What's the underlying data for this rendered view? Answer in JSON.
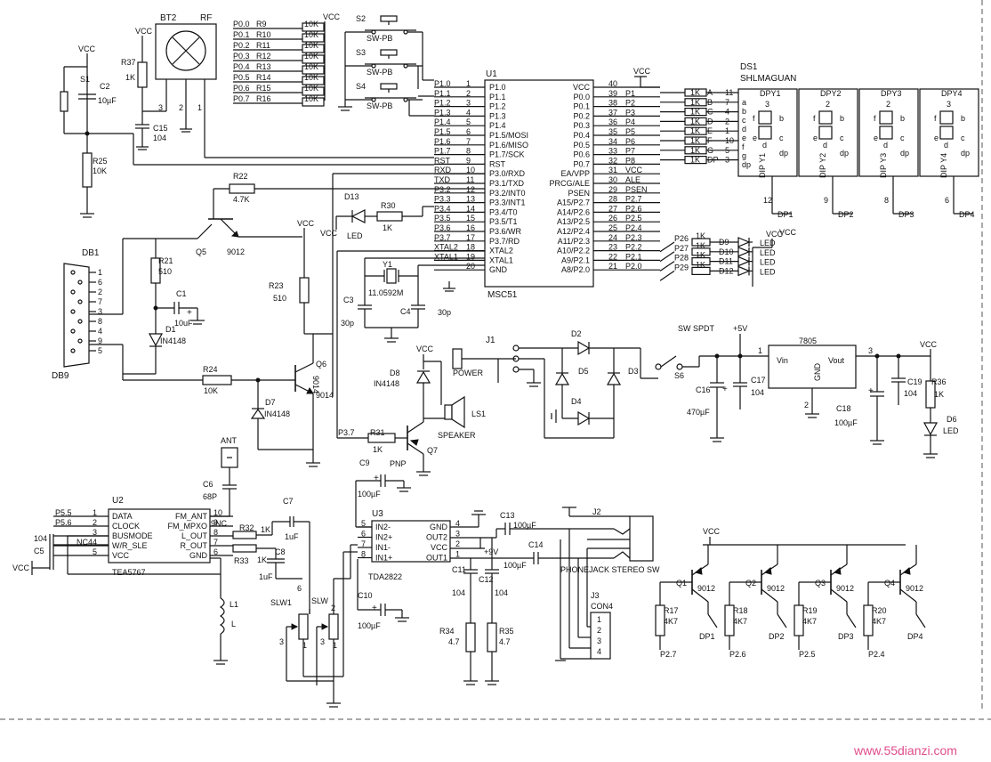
{
  "colors": {
    "ink": "#111111",
    "watermark": "#e04d8c"
  },
  "mcu": {
    "ref": "U1",
    "part": "MSC51",
    "left_pins": [
      {
        "num": "1",
        "name": "P1.0"
      },
      {
        "num": "2",
        "name": "P1.1"
      },
      {
        "num": "3",
        "name": "P1.2"
      },
      {
        "num": "4",
        "name": "P1.3"
      },
      {
        "num": "5",
        "name": "P1.4"
      },
      {
        "num": "6",
        "name": "P1.5/MOSI"
      },
      {
        "num": "7",
        "name": "P1.6/MISO"
      },
      {
        "num": "8",
        "name": "P1.7/SCK"
      },
      {
        "num": "9",
        "name": "RST"
      },
      {
        "num": "10",
        "name": "P3.0/RXD"
      },
      {
        "num": "11",
        "name": "P3.1/TXD"
      },
      {
        "num": "12",
        "name": "P3.2/INT0"
      },
      {
        "num": "13",
        "name": "P3.3/INT1"
      },
      {
        "num": "14",
        "name": "P3.4/T0"
      },
      {
        "num": "15",
        "name": "P3.5/T1"
      },
      {
        "num": "16",
        "name": "P3.6/WR"
      },
      {
        "num": "17",
        "name": "P3.7/RD"
      },
      {
        "num": "18",
        "name": "XTAL2"
      },
      {
        "num": "19",
        "name": "XTAL1"
      },
      {
        "num": "20",
        "name": "GND"
      }
    ],
    "left_nets": [
      "P1.0",
      "P1.1",
      "P1.2",
      "P1.3",
      "P1.4",
      "P1.5",
      "P1.6",
      "P1.7",
      "RST",
      "RXD",
      "TXD",
      "P3.2",
      "P3.3",
      "P3.4",
      "P3.5",
      "P3.6",
      "P3.7",
      "XTAL2",
      "XTAL1",
      ""
    ],
    "right_pins": [
      {
        "num": "40",
        "name": "VCC"
      },
      {
        "num": "39",
        "name": "P0.0"
      },
      {
        "num": "38",
        "name": "P0.1"
      },
      {
        "num": "37",
        "name": "P0.2"
      },
      {
        "num": "36",
        "name": "P0.3"
      },
      {
        "num": "35",
        "name": "P0.4"
      },
      {
        "num": "34",
        "name": "P0.5"
      },
      {
        "num": "33",
        "name": "P0.6"
      },
      {
        "num": "32",
        "name": "P0.7"
      },
      {
        "num": "31",
        "name": "EA/VPP"
      },
      {
        "num": "30",
        "name": "PRCG/ALE"
      },
      {
        "num": "29",
        "name": "PSEN"
      },
      {
        "num": "28",
        "name": "A15/P2.7"
      },
      {
        "num": "27",
        "name": "A14/P2.6"
      },
      {
        "num": "26",
        "name": "A13/P2.5"
      },
      {
        "num": "25",
        "name": "A12/P2.4"
      },
      {
        "num": "24",
        "name": "A11/P2.3"
      },
      {
        "num": "23",
        "name": "A10/P2.2"
      },
      {
        "num": "22",
        "name": "A9/P2.1"
      },
      {
        "num": "21",
        "name": "A8/P2.0"
      }
    ],
    "right_nets": [
      "",
      "P1",
      "P2",
      "P3",
      "P4",
      "P5",
      "P6",
      "P7",
      "P8",
      "VCC",
      "ALE",
      "PSEN",
      "P2.7",
      "P2.6",
      "P2.5",
      "P2.4",
      "P2.3",
      "P2.2",
      "P2.1",
      "P2.0"
    ]
  },
  "resistor_array": {
    "nets": [
      "P0.0",
      "P0.1",
      "P0.2",
      "P0.3",
      "P0.4",
      "P0.5",
      "P0.6",
      "P0.7"
    ],
    "refs": [
      "R9",
      "R10",
      "R11",
      "R12",
      "R13",
      "R14",
      "R15",
      "R16"
    ],
    "value": "10K",
    "vcc": "VCC"
  },
  "switches": [
    {
      "ref": "S2",
      "type": "SW-PB"
    },
    {
      "ref": "S3",
      "type": "SW-PB"
    },
    {
      "ref": "S4",
      "type": "SW-PB"
    }
  ],
  "top_left": {
    "bt2": "BT2",
    "rf": "RF",
    "vcc": "VCC",
    "r37": "R37",
    "r37_val": "1K",
    "pin3": "3",
    "pin2": "2",
    "pin1": "1",
    "c15": "C15",
    "c15_val": "104",
    "s1": "S1",
    "c2": "C2",
    "c2_val": "10µF",
    "r25": "R25",
    "r25_val": "10K"
  },
  "segment_drive": {
    "resistor_value": "1K",
    "segments": [
      {
        "seg": "A",
        "pin": "11"
      },
      {
        "seg": "B",
        "pin": "7"
      },
      {
        "seg": "C",
        "pin": "4"
      },
      {
        "seg": "D",
        "pin": "2"
      },
      {
        "seg": "E",
        "pin": "1"
      },
      {
        "seg": "F",
        "pin": "10"
      },
      {
        "seg": "G",
        "pin": "5"
      },
      {
        "seg": "DP",
        "pin": "3"
      }
    ]
  },
  "display": {
    "ref": "DS1",
    "part": "SHLMAGUAN",
    "digits": [
      {
        "name": "DPY1",
        "num": "3",
        "dip": "DIP Y1",
        "pin": "12",
        "net": "DP1"
      },
      {
        "name": "DPY2",
        "num": "2",
        "dip": "DIP Y2",
        "pin": "9",
        "net": "DP2"
      },
      {
        "name": "DPY3",
        "num": "2",
        "dip": "DIP Y3",
        "pin": "8",
        "net": "DP3"
      },
      {
        "name": "DPY4",
        "num": "3",
        "dip": "DIP Y4",
        "pin": "6",
        "net": "DP4"
      }
    ],
    "seg_letters": [
      "a",
      "b",
      "c",
      "d",
      "e",
      "f",
      "g",
      "dp"
    ]
  },
  "leds_p2": {
    "vcc": "VCC",
    "value": "1K",
    "label": "LED",
    "rows": [
      {
        "net": "P26",
        "ref": "D9"
      },
      {
        "net": "P27",
        "ref": "D10"
      },
      {
        "net": "P28",
        "ref": "D11"
      },
      {
        "net": "P29",
        "ref": "D12"
      }
    ]
  },
  "serial": {
    "db1": "DB1",
    "db9": "DB9",
    "pins": [
      "1",
      "6",
      "2",
      "7",
      "3",
      "8",
      "4",
      "9",
      "5"
    ],
    "r21": "R21",
    "r21_val": "510",
    "c1": "C1",
    "c1_val": "10uF",
    "d1": "D1",
    "d1_part": "IN4148",
    "q5": "Q5",
    "q5_part": "9012",
    "r22": "R22",
    "r22_val": "4.7K",
    "vcc": "VCC",
    "r23": "R23",
    "r23_val": "510",
    "r24": "R24",
    "r24_val": "10K",
    "q6": "Q6",
    "q6_part": "9014",
    "d7": "D7",
    "d7_part": "IN4148"
  },
  "led_d13": {
    "ref": "D13",
    "vcc": "VCC",
    "label": "LED",
    "r30": "R30",
    "r30_val": "1K"
  },
  "crystal": {
    "y1": "Y1",
    "freq": "11.0592M",
    "c3": "C3",
    "c3_val": "30p",
    "c4": "C4",
    "c4_val": "30p"
  },
  "speaker": {
    "vcc": "VCC",
    "d8": "D8",
    "d8_part": "IN4148",
    "ls1": "LS1",
    "label": "SPEAKER",
    "r31": "R31",
    "r31_val": "1K",
    "net": "P3.7",
    "q7": "Q7",
    "type": "PNP"
  },
  "power": {
    "j1": "J1",
    "label": "POWER",
    "d2": "D2",
    "d3": "D3",
    "d4": "D4",
    "d5": "D5",
    "sw": "SW SPDT",
    "s6": "S6",
    "plus_v": "+5V",
    "c16": "C16",
    "c16_val": "470µF",
    "c17": "C17",
    "c17_val": "104",
    "reg": "7805",
    "vin": "Vin",
    "vout": "Vout",
    "gnd": "GND",
    "pin1": "1",
    "pin2": "2",
    "pin3": "3",
    "c18": "C18",
    "c18_val": "100µF",
    "c19": "C19",
    "c19_val": "104",
    "r36": "R36",
    "r36_val": "1K",
    "d6": "D6",
    "led": "LED",
    "vcc": "VCC"
  },
  "radio": {
    "ant": "ANT",
    "c6": "C6",
    "c6_val": "68P",
    "u2": "U2",
    "part": "TEA5767",
    "left_pins": [
      {
        "net": "P5.5",
        "num": "1",
        "name": "DATA"
      },
      {
        "net": "P5.6",
        "num": "2",
        "name": "CLOCK"
      },
      {
        "net": "",
        "num": "3",
        "name": "BUSMODE"
      },
      {
        "net": "",
        "num": "4",
        "name": "W/R_SLE"
      },
      {
        "net": "",
        "num": "5",
        "name": "VCC"
      }
    ],
    "right_pins": [
      {
        "num": "10",
        "name": "FM_ANT"
      },
      {
        "num": "9",
        "name": "FM_MPXO"
      },
      {
        "num": "8",
        "name": "L_OUT"
      },
      {
        "num": "7",
        "name": "R_OUT"
      },
      {
        "num": "6",
        "name": "GND"
      }
    ],
    "nc_labels": [
      "NC4",
      "9NC"
    ],
    "c5": "C5",
    "c5_val": "104",
    "vcc": "VCC",
    "l1": "L1",
    "l": "L",
    "r32": "R32",
    "r32_val": "1K",
    "r33": "R33",
    "r33_val": "1K",
    "c7": "C7",
    "c7_val": "1uF",
    "c8": "C8",
    "c8_val": "1uF",
    "c8_pin": "6",
    "slw1": "SLW1",
    "slw": "SLW",
    "slw_pins": [
      "3",
      "1",
      "3",
      "1",
      "2"
    ]
  },
  "amp": {
    "c9": "C9",
    "c9_val": "100µF",
    "u3": "U3",
    "part": "TDA2822",
    "left_pins": [
      {
        "num": "5",
        "name": "IN2-"
      },
      {
        "num": "6",
        "name": "IN2+"
      },
      {
        "num": "7",
        "name": "IN1-"
      },
      {
        "num": "8",
        "name": "IN1+"
      }
    ],
    "right_pins": [
      {
        "num": "4",
        "name": "GND"
      },
      {
        "num": "3",
        "name": "OUT2"
      },
      {
        "num": "2",
        "name": "VCC"
      },
      {
        "num": "1",
        "name": "OUT1"
      }
    ],
    "c10": "C10",
    "c10_val": "100µF",
    "c11": "C11",
    "c11_val": "104",
    "c12": "C12",
    "c12_val": "104",
    "r34": "R34",
    "r34_val": "4.7",
    "r35": "R35",
    "r35_val": "4.7",
    "v9": "+9V",
    "c13": "C13",
    "c13_val": "100µF",
    "c14": "C14",
    "c14_val": "100µF",
    "j2": "J2",
    "jack": "PHONEJACK STEREO SW",
    "j3": "J3",
    "con4": "CON4",
    "con_pins": [
      "1",
      "2",
      "3",
      "4"
    ]
  },
  "digit_drivers": {
    "vcc": "VCC",
    "part": "9012",
    "items": [
      {
        "q": "Q1",
        "r": "R17",
        "rv": "4K7",
        "net": "P2.7",
        "dp": "DP1"
      },
      {
        "q": "Q2",
        "r": "R18",
        "rv": "4K7",
        "net": "P2.6",
        "dp": "DP2"
      },
      {
        "q": "Q3",
        "r": "R19",
        "rv": "4K7",
        "net": "P2.5",
        "dp": "DP3"
      },
      {
        "q": "Q4",
        "r": "R20",
        "rv": "4K7",
        "net": "P2.4",
        "dp": "DP4"
      }
    ]
  },
  "watermark": "www.55dianzi.com"
}
